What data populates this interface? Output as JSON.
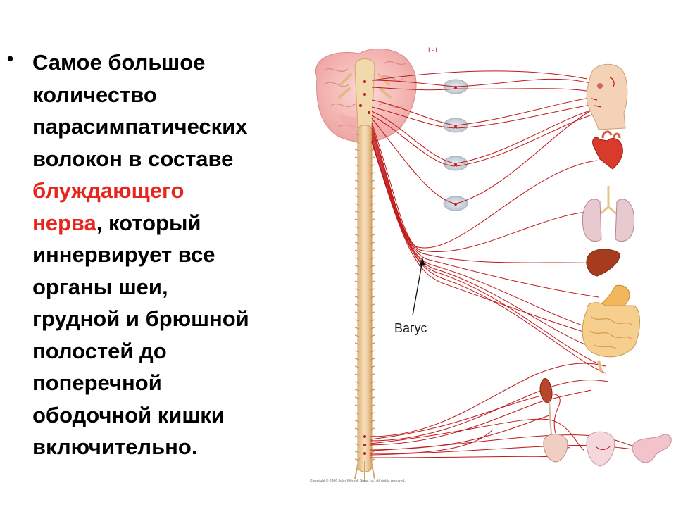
{
  "text": {
    "bullet": "•",
    "lines": [
      {
        "parts": [
          {
            "t": "Самое большое",
            "red": false
          }
        ]
      },
      {
        "parts": [
          {
            "t": "количество",
            "red": false
          }
        ]
      },
      {
        "parts": [
          {
            "t": "парасимпатических",
            "red": false
          }
        ]
      },
      {
        "parts": [
          {
            "t": "волокон в составе",
            "red": false
          }
        ]
      },
      {
        "parts": [
          {
            "t": "блуждающего",
            "red": true
          }
        ]
      },
      {
        "parts": [
          {
            "t": "нерва",
            "red": true
          },
          {
            "t": ", который",
            "red": false
          }
        ]
      },
      {
        "parts": [
          {
            "t": "иннервирует все",
            "red": false
          }
        ]
      },
      {
        "parts": [
          {
            "t": "органы шеи,",
            "red": false
          }
        ]
      },
      {
        "parts": [
          {
            "t": "грудной и брюшной",
            "red": false
          }
        ]
      },
      {
        "parts": [
          {
            "t": "полостей до",
            "red": false
          }
        ]
      },
      {
        "parts": [
          {
            "t": "поперечной",
            "red": false
          }
        ]
      },
      {
        "parts": [
          {
            "t": "ободочной кишки",
            "red": false
          }
        ]
      },
      {
        "parts": [
          {
            "t": "включительно.",
            "red": false
          }
        ]
      }
    ]
  },
  "figure": {
    "vagus_label": "Вагус",
    "top_marker": "I - I",
    "copyright": "Copyright © 2006 John Wiley & Sons, Inc. All rights reserved."
  },
  "colors": {
    "highlight": "#e8251d",
    "nerve": "#c0181a",
    "ganglion": "#c9d1d9",
    "spine": "#eac79a"
  }
}
